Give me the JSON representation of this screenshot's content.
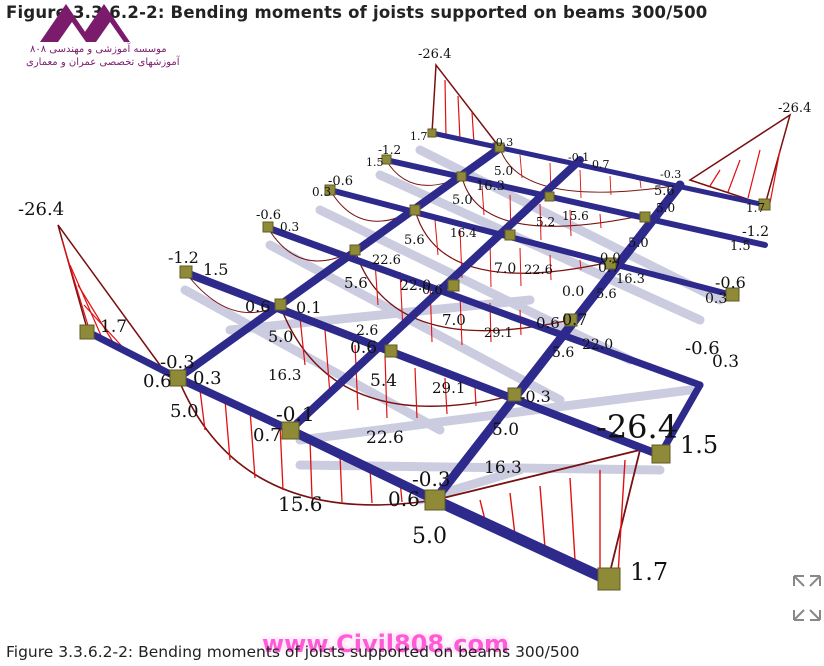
{
  "title_top": "Figure 3.3.6.2-2: Bending moments of joists supported on beams 300/500",
  "caption_bottom": "Figure 3.3.6.2-2: Bending moments of joists supported on beams 300/500",
  "logo": {
    "line1": "موسسه آموزشی و مهندسی ۸۰۸",
    "line2": "آموزشهای تخصصی عمران و معماری",
    "color": "#7a1b6b"
  },
  "watermark": "www.Civil808.com",
  "colors": {
    "beam": "#2e2a8c",
    "support": "#8f8a38",
    "moment": "#e01010",
    "outline": "#7a1010",
    "ghost": "#b9b9d6"
  },
  "labels": [
    {
      "text": "-26.4",
      "size": 13
    },
    {
      "text": "-26.4",
      "size": 13
    },
    {
      "text": "-26.4",
      "size": 18
    },
    {
      "text": "-26.4",
      "size": 32
    },
    {
      "text": "1.7",
      "size": 17
    },
    {
      "text": "1.7",
      "size": 24
    },
    {
      "text": "1.5",
      "size": 24
    },
    {
      "text": "5.0",
      "size": 22
    },
    {
      "text": "15.6",
      "size": 20
    },
    {
      "text": "22.6",
      "size": 17
    },
    {
      "text": "16.3",
      "size": 17
    },
    {
      "text": "29.1",
      "size": 15
    },
    {
      "text": "5.0",
      "size": 17
    },
    {
      "text": "-0.3",
      "size": 20
    },
    {
      "text": "0.6",
      "size": 20
    },
    {
      "text": "-0.1",
      "size": 20
    },
    {
      "text": "0.7",
      "size": 18
    },
    {
      "text": "5.0",
      "size": 18
    },
    {
      "text": "0.6",
      "size": 18
    },
    {
      "text": "0.3",
      "size": 18
    },
    {
      "text": "-0.3",
      "size": 18
    },
    {
      "text": "16.3",
      "size": 15
    },
    {
      "text": "5.4",
      "size": 17
    },
    {
      "text": "0.6",
      "size": 17
    },
    {
      "text": "1.5",
      "size": 16
    },
    {
      "text": "-1.2",
      "size": 16
    },
    {
      "text": "5.0",
      "size": 16
    },
    {
      "text": "0.1",
      "size": 16
    },
    {
      "text": "0.6",
      "size": 16
    },
    {
      "text": "2.6",
      "size": 14
    },
    {
      "text": "5.6",
      "size": 15
    },
    {
      "text": "22.0",
      "size": 14
    },
    {
      "text": "7.0",
      "size": 15
    },
    {
      "text": "0.6",
      "size": 15
    },
    {
      "text": "-0.3",
      "size": 16
    },
    {
      "text": "22.0",
      "size": 14
    },
    {
      "text": "5.6",
      "size": 14
    },
    {
      "text": "0.7",
      "size": 16
    },
    {
      "text": "-0.6",
      "size": 18
    },
    {
      "text": "0.3",
      "size": 17
    },
    {
      "text": "-0.6",
      "size": 16
    },
    {
      "text": "0.3",
      "size": 14
    },
    {
      "text": "-1.2",
      "size": 14
    },
    {
      "text": "1.5",
      "size": 13
    },
    {
      "text": "1.7",
      "size": 12
    },
    {
      "text": "-0.6",
      "size": 13
    },
    {
      "text": "0.3",
      "size": 12
    },
    {
      "text": "-0.6",
      "size": 13
    },
    {
      "text": "0.3",
      "size": 12
    },
    {
      "text": "-1.2",
      "size": 12
    },
    {
      "text": "1.5",
      "size": 11
    },
    {
      "text": "1.7",
      "size": 11
    },
    {
      "text": "-0.3",
      "size": 11
    },
    {
      "text": "5.0",
      "size": 12
    },
    {
      "text": "-0.1",
      "size": 11
    },
    {
      "text": "0.7",
      "size": 11
    },
    {
      "text": "-0.3",
      "size": 11
    },
    {
      "text": "5.0",
      "size": 12
    },
    {
      "text": "15.6",
      "size": 12
    },
    {
      "text": "22.6",
      "size": 13
    },
    {
      "text": "16.3",
      "size": 13
    },
    {
      "text": "5.0",
      "size": 13
    },
    {
      "text": "5.6",
      "size": 13
    },
    {
      "text": "16.4",
      "size": 12
    },
    {
      "text": "5.2",
      "size": 12
    },
    {
      "text": "7.0",
      "size": 14
    },
    {
      "text": "22.6",
      "size": 13
    },
    {
      "text": "29.1",
      "size": 13
    },
    {
      "text": "0.0",
      "size": 14
    },
    {
      "text": "5.6",
      "size": 13
    },
    {
      "text": "16.3",
      "size": 13
    },
    {
      "text": "0.7",
      "size": 14
    },
    {
      "text": "5.0",
      "size": 13
    },
    {
      "text": "0.6",
      "size": 13
    },
    {
      "text": "5.6",
      "size": 13
    },
    {
      "text": "0.0",
      "size": 13
    }
  ]
}
